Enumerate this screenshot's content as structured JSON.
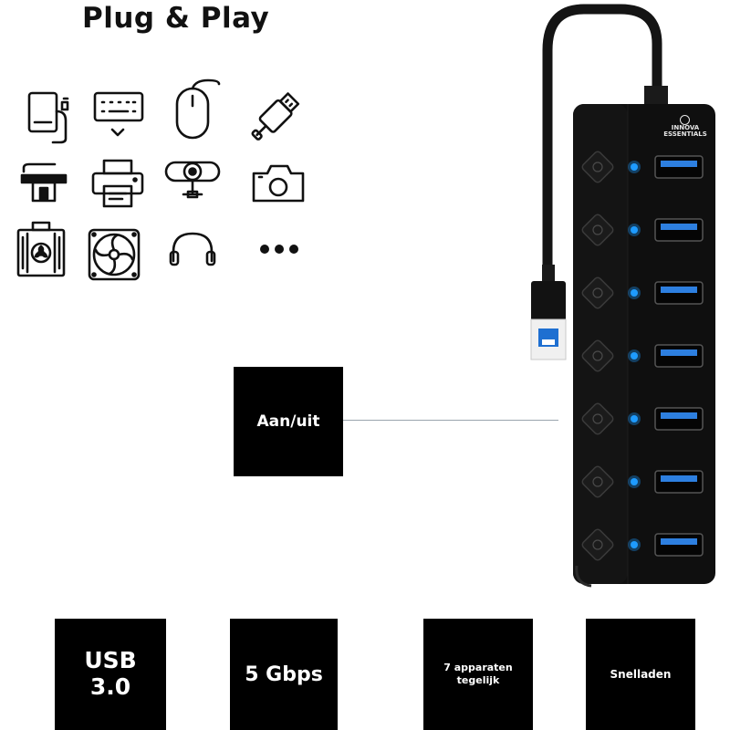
{
  "header": {
    "title": "Plug & Play"
  },
  "devices": [
    {
      "name": "external-hard-drive"
    },
    {
      "name": "keyboard"
    },
    {
      "name": "mouse"
    },
    {
      "name": "usb-stick"
    },
    {
      "name": "card-reader"
    },
    {
      "name": "printer"
    },
    {
      "name": "webcam"
    },
    {
      "name": "camera"
    },
    {
      "name": "cooling-fan"
    },
    {
      "name": "case-fan"
    },
    {
      "name": "headphones"
    },
    {
      "name": "more"
    }
  ],
  "callout": {
    "label": "Aan/uit"
  },
  "product": {
    "brand_line1": "INNOVA",
    "brand_line2": "ESSENTIALS",
    "port_count": 7,
    "led_color": "#1e9bff",
    "body_color": "#101010"
  },
  "features": {
    "usb": {
      "line1": "USB",
      "line2": "3.0"
    },
    "speed": "5 Gbps",
    "devices": {
      "line1": "7 apparaten",
      "line2": "tegelijk"
    },
    "charging": "Snelladen"
  }
}
